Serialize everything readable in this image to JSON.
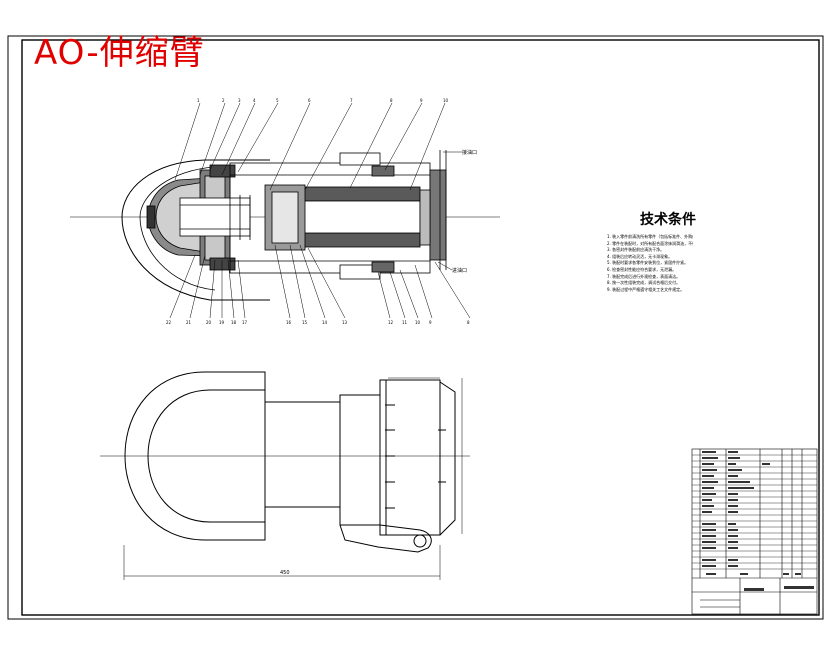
{
  "drawing": {
    "title": "AO-伸缩臂",
    "technical_requirements": {
      "heading": "技术条件",
      "lines": [
        "1. 装入零件前清洗所有零件（包括标准件、外购件），并检查所有零件毛刺和机加工情况。",
        "2. 零件在装配时，对所有配合面涂抹润滑油，不得有划伤、变形。",
        "3. 各密封件装配前应清洗干净。",
        "4. 组装后应转动灵活，无卡滞现象。",
        "5. 装配时要求各零件安装到位，紧固件拧紧。",
        "6. 检查密封性能应符合要求，无泄漏。",
        "7. 装配完成后进行外观检查，表面清洁。",
        "8. 按一次性组装完成，调试合格后交付。",
        "9. 装配过程中严格遵守相关工艺文件规定。"
      ]
    },
    "callouts": {
      "top_right": "接油口",
      "right_mid": "进油口"
    },
    "dimension_bottom": "450"
  }
}
